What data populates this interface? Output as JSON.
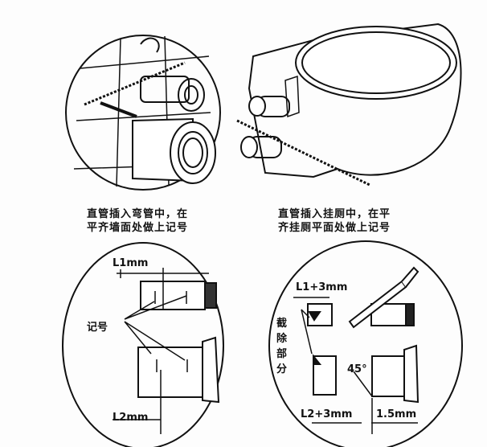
{
  "captions": {
    "step1_line1": "直管插入弯管中，在",
    "step1_line2": "平齐墙面处做上记号",
    "step2_line1": "直管插入挂厕中，在平",
    "step2_line2": "齐挂厕平面处做上记号"
  },
  "labels": {
    "l1": "L1mm",
    "mark": "记号",
    "l2": "L2mm",
    "l1_plus": "L1+3mm",
    "cut_part": [
      "截",
      "除",
      "部",
      "分"
    ],
    "angle": "45°",
    "l2_plus": "L2+3mm",
    "offset": "1.5mm"
  }
}
